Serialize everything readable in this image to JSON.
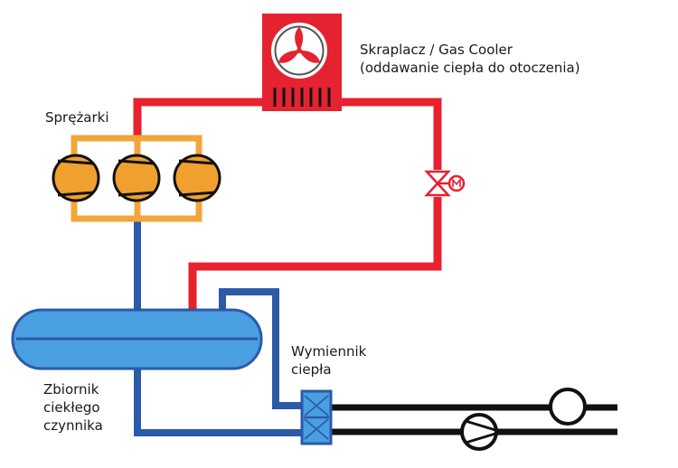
{
  "labels": {
    "condenser_line1": "Skraplacz / Gas Cooler",
    "condenser_line2": "(oddawanie ciepła do otoczenia)",
    "compressors": "Sprężarki",
    "heat_exchanger_line1": "Wymiennik",
    "heat_exchanger_line2": "ciepła",
    "receiver_line1": "Zbiornik",
    "receiver_line2": "ciekłego",
    "receiver_line3": "czynnika"
  },
  "colors": {
    "red_line": "#e8212e",
    "condenser_fill": "#e52330",
    "blue_line": "#2b5aa9",
    "tank_fill": "#4a9fe0",
    "compressor_fill": "#f0a02e",
    "compressor_frame": "#f2a53a",
    "black_line": "#111111"
  },
  "icons": {
    "condenser": "fan-icon",
    "valve": "expansion-valve-icon",
    "compressor": "compressor-icon",
    "exchanger": "heat-exchanger-icon",
    "pump": "pump-icon"
  }
}
